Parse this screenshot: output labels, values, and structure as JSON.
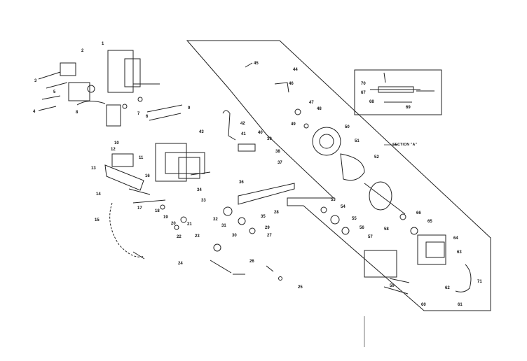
{
  "diagram": {
    "section_label": "SECTION \"A\"",
    "callouts": [
      "1",
      "2",
      "3",
      "4",
      "5",
      "6",
      "7",
      "8",
      "9",
      "10",
      "11",
      "12",
      "13",
      "14",
      "15",
      "16",
      "17",
      "18",
      "19",
      "20",
      "21",
      "22",
      "23",
      "24",
      "25",
      "26",
      "27",
      "28",
      "29",
      "30",
      "31",
      "32",
      "33",
      "34",
      "35",
      "36",
      "37",
      "38",
      "39",
      "40",
      "41",
      "42",
      "43",
      "44",
      "45",
      "46",
      "47",
      "48",
      "49",
      "50",
      "51",
      "52",
      "53",
      "54",
      "55",
      "56",
      "57",
      "58",
      "59",
      "60",
      "61",
      "62",
      "63",
      "64",
      "65",
      "66",
      "67",
      "68",
      "69",
      "70",
      "71"
    ]
  }
}
